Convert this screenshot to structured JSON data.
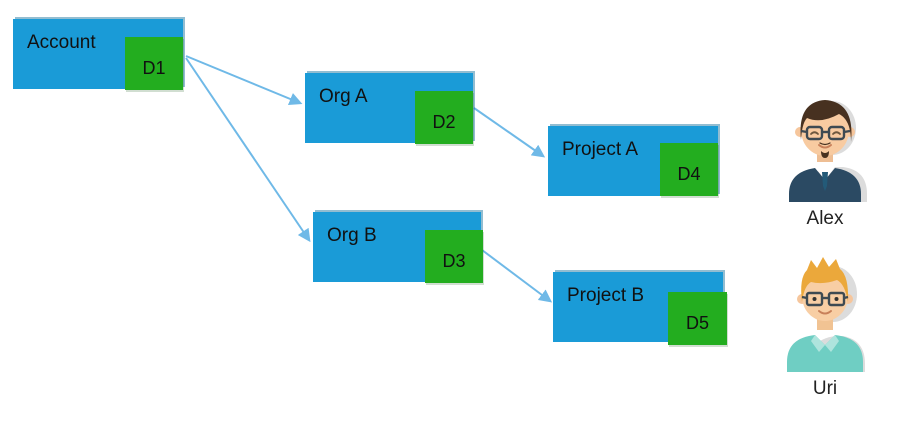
{
  "diagram": {
    "colors": {
      "node_fill": "#1a9bd7",
      "badge_fill": "#23ad1f",
      "arrow": "#6fb9e7",
      "text": "#111111"
    },
    "nodes": [
      {
        "id": "account",
        "label": "Account",
        "badge": "D1"
      },
      {
        "id": "org-a",
        "label": "Org A",
        "badge": "D2"
      },
      {
        "id": "org-b",
        "label": "Org B",
        "badge": "D3"
      },
      {
        "id": "project-a",
        "label": "Project A",
        "badge": "D4"
      },
      {
        "id": "project-b",
        "label": "Project B",
        "badge": "D5"
      }
    ],
    "edges": [
      {
        "from": "Account",
        "to": "Org A"
      },
      {
        "from": "Account",
        "to": "Org B"
      },
      {
        "from": "Org A",
        "to": "Project A"
      },
      {
        "from": "Org B",
        "to": "Project B"
      }
    ]
  },
  "users": [
    {
      "name": "Alex"
    },
    {
      "name": "Uri"
    }
  ]
}
